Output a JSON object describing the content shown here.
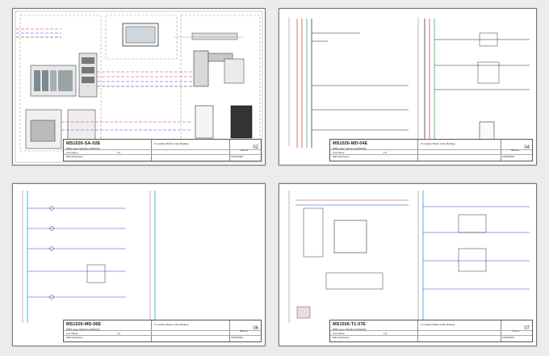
{
  "sheets": [
    {
      "number": "MS1026-SA-02E",
      "description": "B360 Laser Machine (MS1026)",
      "customer": "2 Location Matrix Code Marking",
      "project": "Line Name",
      "drawing": "Main Enclosure",
      "revision": "1.0",
      "page": "SA-2.1",
      "sheet": "02",
      "date": "12/05/2022"
    },
    {
      "number": "MS1026-MD-04E",
      "description": "B360 Laser Machine (MS1026)",
      "customer": "2 Location Matrix Code Marking",
      "project": "Line Name",
      "drawing": "Main Enclosure",
      "revision": "1.0",
      "page": "MD-2.2",
      "sheet": "04",
      "date": "12/05/2022"
    },
    {
      "number": "MS1026-MD-06E",
      "description": "B360 Laser Machine (MS1026)",
      "customer": "2 Location Matrix Code Marking",
      "project": "Line Name",
      "drawing": "Main Enclosure",
      "revision": "1.0",
      "page": "MD-3.1",
      "sheet": "06",
      "date": "12/05/2022"
    },
    {
      "number": "MS1026-T1-07E",
      "description": "B360 Laser Machine (MS1026)",
      "customer": "2 Location Matrix Code Marking",
      "project": "Line Name",
      "drawing": "Main Enclosure",
      "revision": "1.0",
      "page": "T1-1.1",
      "sheet": "07",
      "date": "12/05/2022"
    }
  ],
  "colors": {
    "red_wire": "#d32f2f",
    "blue_wire": "#1e4fd8",
    "cyan_wire": "#19a9c4",
    "green_wire": "#2e9e3e",
    "black_wire": "#222222",
    "dashed_box": "#9aa88a"
  }
}
